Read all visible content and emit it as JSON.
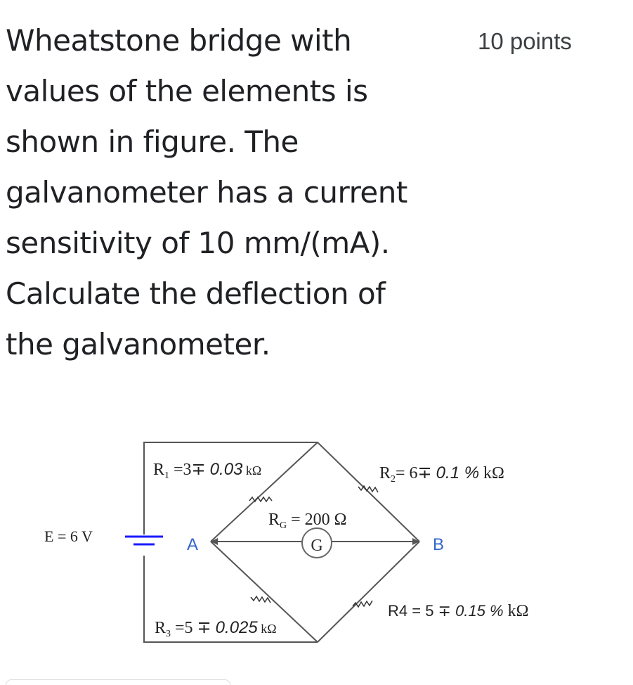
{
  "question": {
    "lines": [
      "Wheatstone bridge with",
      "values of the elements is",
      "shown in figure. The",
      "galvanometer has a current",
      "sensitivity of 10 mm/(mA).",
      "Calculate the deflection of",
      "the galvanometer."
    ],
    "points": "10 points"
  },
  "circuit": {
    "source_label": "E = 6 V",
    "node_a": "A",
    "node_b": "B",
    "galvanometer_symbol": "G",
    "r1_prefix": "R",
    "r1_sub": "1",
    "r1_eq": " =3∓ ",
    "r1_tol": "0.03",
    "r1_unit": " kΩ",
    "r2_prefix": "R",
    "r2_sub": "2",
    "r2_eq": "= 6∓ ",
    "r2_tol": "0.1 %",
    "r2_unit": " kΩ",
    "rg_prefix": "R",
    "rg_sub": "G",
    "rg_val": " = 200 Ω",
    "r3_prefix": "R",
    "r3_sub": "3",
    "r3_eq": " =5 ∓ ",
    "r3_tol": "0.025",
    "r3_unit": " kΩ",
    "r4_eq": "R4 = 5 ∓ ",
    "r4_tol": "0.15 %",
    "r4_unit": "  kΩ"
  },
  "answer": {
    "value": ""
  }
}
